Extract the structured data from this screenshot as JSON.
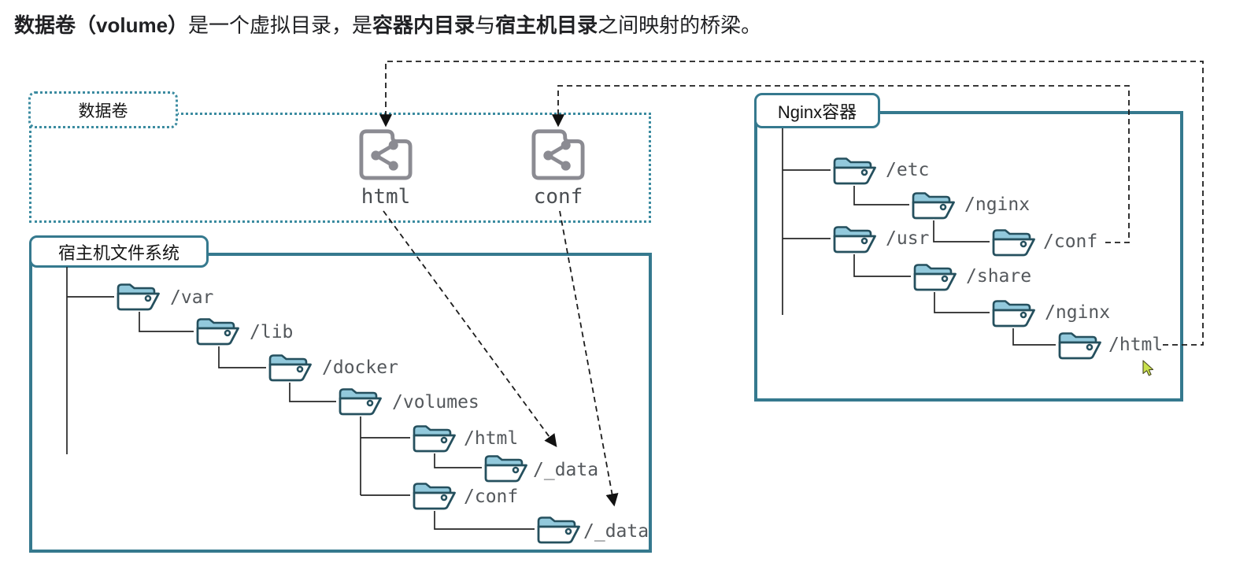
{
  "title": {
    "parts": [
      {
        "text": "数据卷（volume）",
        "bold": true
      },
      {
        "text": "是一个虚拟目录，是",
        "bold": false
      },
      {
        "text": "容器内目录",
        "bold": true
      },
      {
        "text": "与",
        "bold": false
      },
      {
        "text": "宿主机目录",
        "bold": true
      },
      {
        "text": "之间映射的桥梁。",
        "bold": false
      }
    ]
  },
  "volume_panel": {
    "label": "数据卷",
    "items": [
      {
        "name": "html",
        "icon": "shared-folder-icon"
      },
      {
        "name": "conf",
        "icon": "shared-folder-icon"
      }
    ]
  },
  "host_panel": {
    "label": "宿主机文件系统",
    "tree": [
      "/var",
      "/lib",
      "/docker",
      "/volumes",
      "/html",
      "/_data",
      "/conf",
      "/_data"
    ]
  },
  "nginx_panel": {
    "label": "Nginx容器",
    "tree": [
      "/etc",
      "/nginx",
      "/usr",
      "/conf",
      "/share",
      "/nginx",
      "/html"
    ]
  },
  "mappings": [
    {
      "from": "html volume",
      "to": "Nginx容器 /html",
      "style": "dashed"
    },
    {
      "from": "conf volume",
      "to": "Nginx容器 /conf",
      "style": "dashed"
    },
    {
      "from": "html volume",
      "to": "宿主机 /volumes/html/_data",
      "style": "dashed-arrow"
    },
    {
      "from": "conf volume",
      "to": "宿主机 /volumes/conf/_data",
      "style": "dashed-arrow"
    }
  ],
  "icons": {
    "folder": "open-folder-icon",
    "volume": "shared-folder-icon",
    "cursor": "mouse-cursor-icon"
  },
  "colors": {
    "panel_teal": "#35798e",
    "dotted_teal": "#3b8ba0",
    "folder_outline": "#25505e",
    "folder_tab": "#92c9dc",
    "volume_icon_gray": "#8b8b92",
    "tree_line": "#262626",
    "dashed_line": "#1c1c1c",
    "path_label_gray": "#54585c",
    "cursor_green": "#c9e14d"
  }
}
